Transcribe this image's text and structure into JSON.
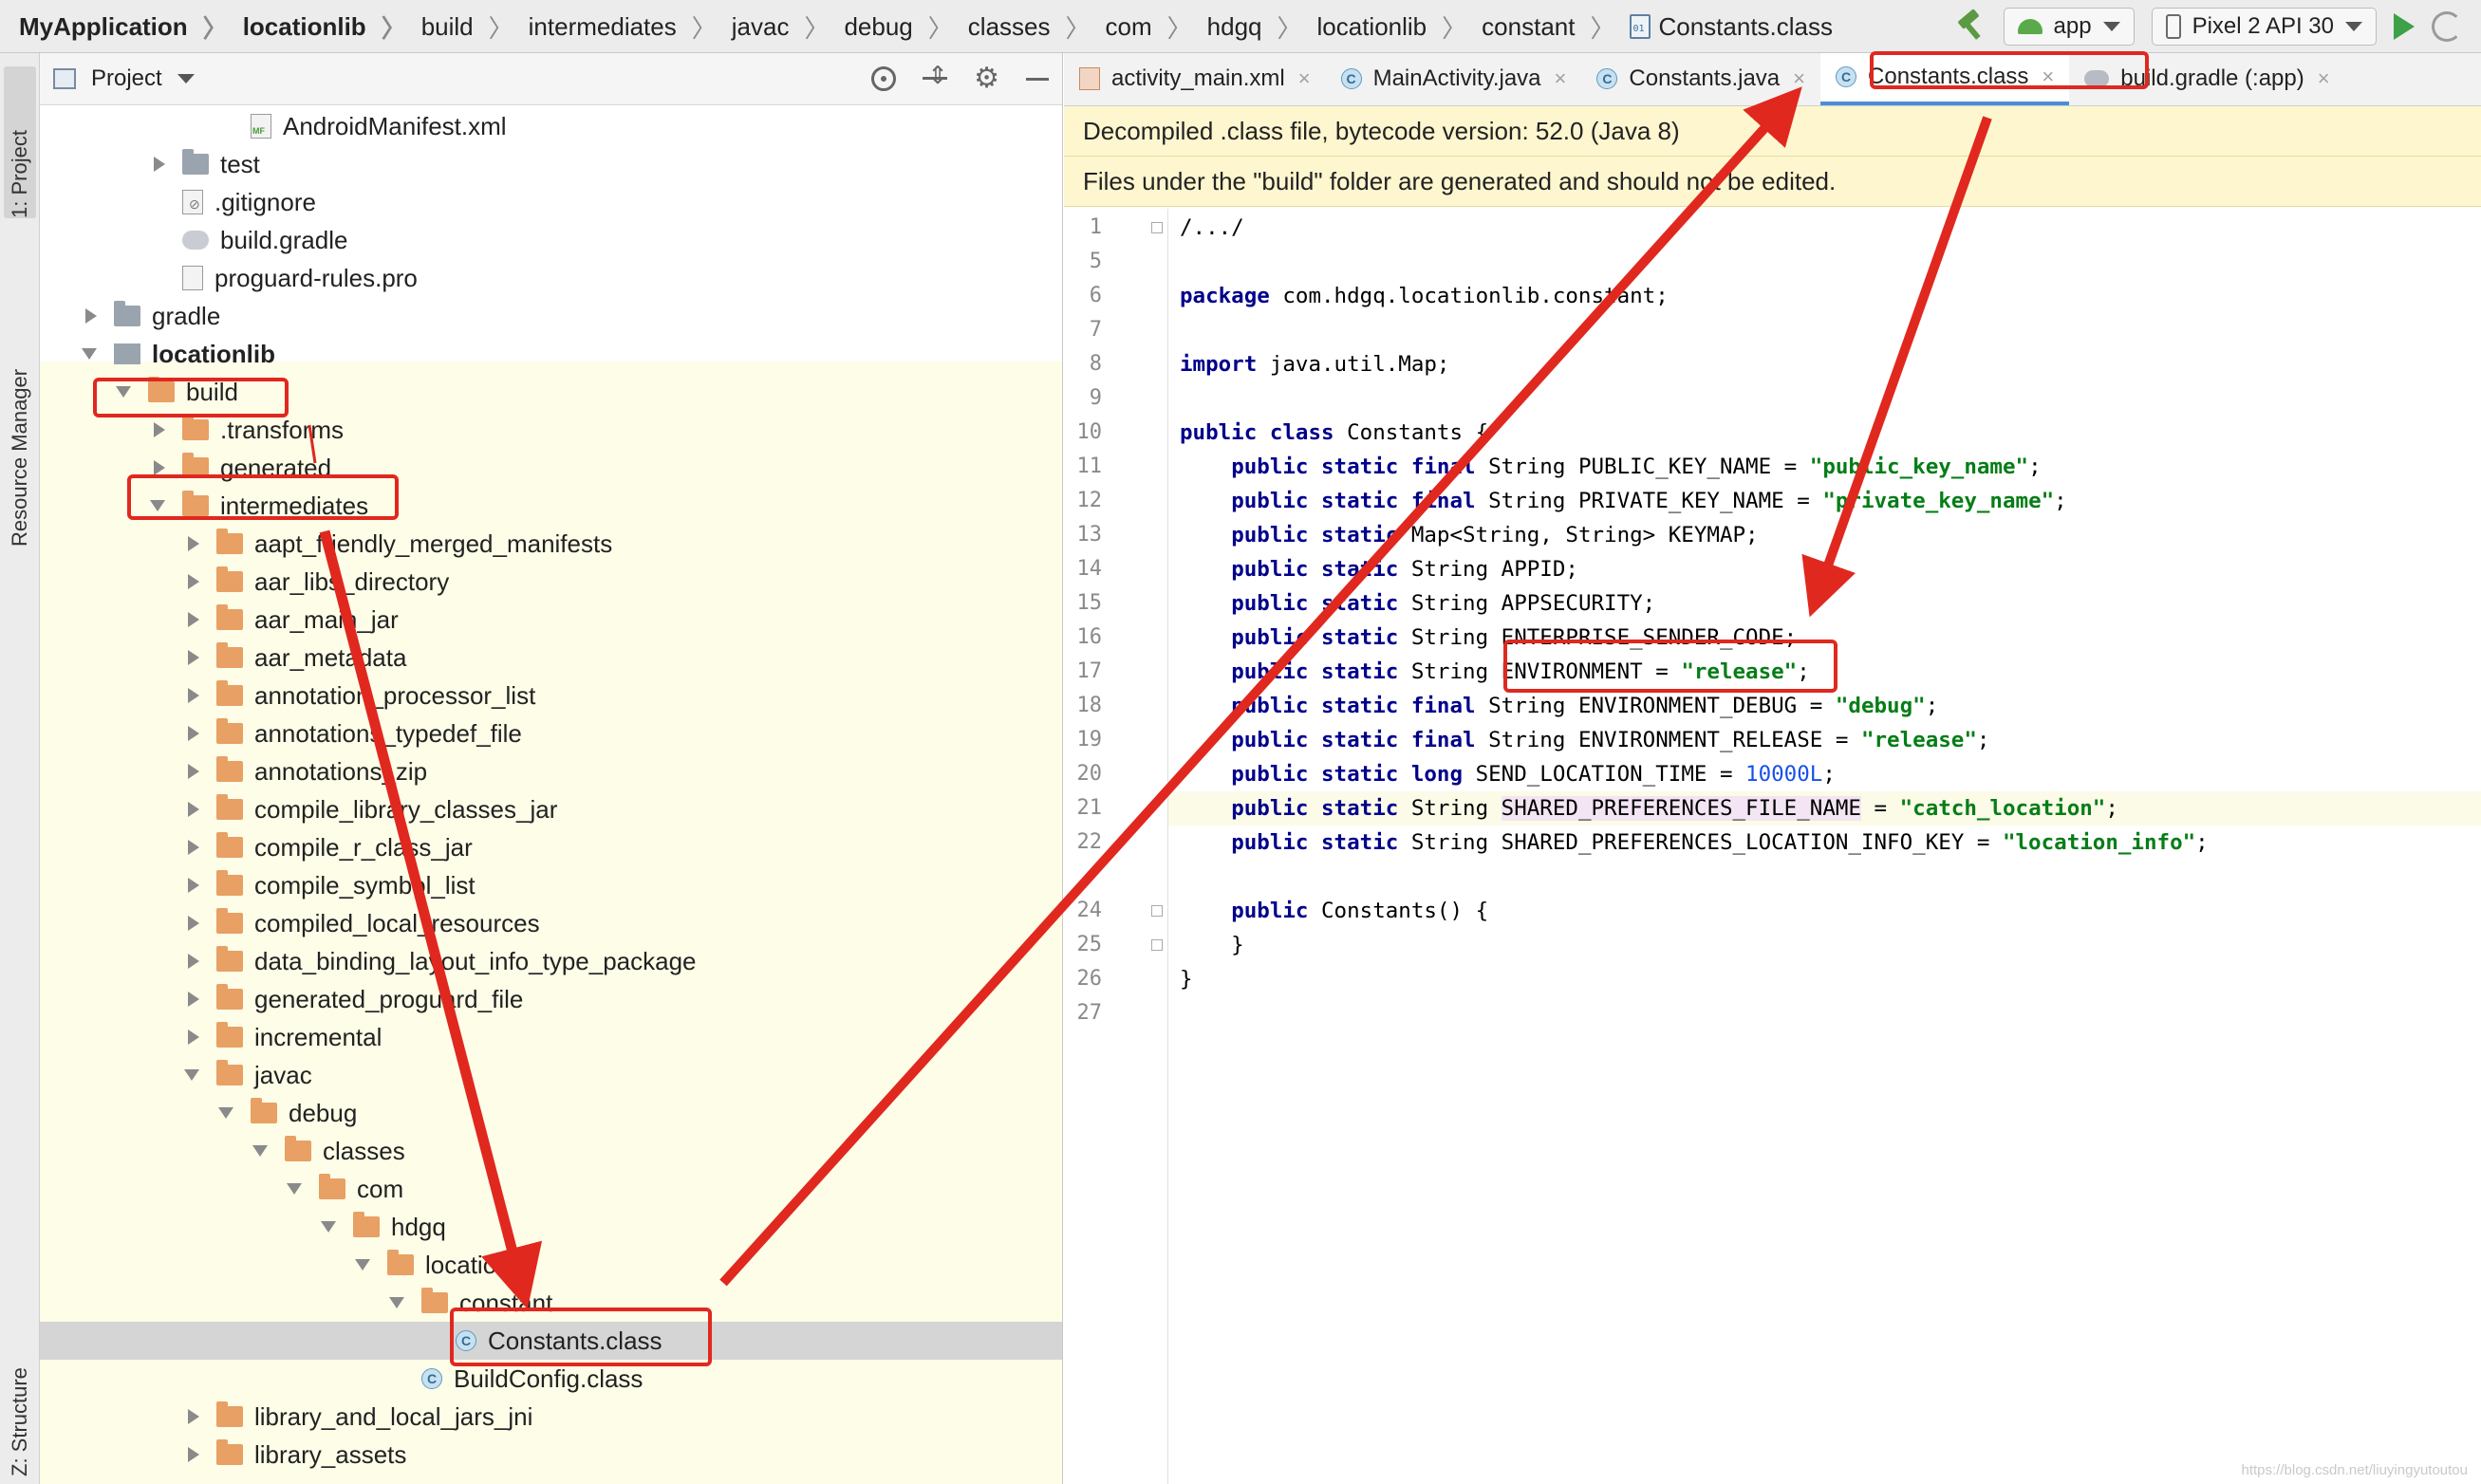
{
  "breadcrumbs": [
    {
      "label": "MyApplication",
      "bold": true
    },
    {
      "label": "locationlib",
      "bold": true
    },
    {
      "label": "build"
    },
    {
      "label": "intermediates"
    },
    {
      "label": "javac"
    },
    {
      "label": "debug"
    },
    {
      "label": "classes"
    },
    {
      "label": "com"
    },
    {
      "label": "hdgq"
    },
    {
      "label": "locationlib"
    },
    {
      "label": "constant"
    },
    {
      "label": "Constants.class",
      "icon": "class-file-icon"
    }
  ],
  "toolbar": {
    "run_config": "app",
    "device": "Pixel 2 API 30"
  },
  "side_tabs": {
    "project": "1: Project",
    "resource_manager": "Resource Manager",
    "structure": "Z: Structure"
  },
  "project_panel": {
    "title": "Project",
    "rows": [
      {
        "label": "AndroidManifest.xml",
        "depth": 5,
        "arrow": "none",
        "icon": "manifest-file-icon"
      },
      {
        "label": "test",
        "depth": 3,
        "arrow": "right",
        "icon": "folder-gray-icon"
      },
      {
        "label": ".gitignore",
        "depth": 3,
        "arrow": "none",
        "icon": "gitignore-file-icon"
      },
      {
        "label": "build.gradle",
        "depth": 3,
        "arrow": "none",
        "icon": "gradle-file-icon"
      },
      {
        "label": "proguard-rules.pro",
        "depth": 3,
        "arrow": "none",
        "icon": "text-file-icon"
      },
      {
        "label": "gradle",
        "depth": 1,
        "arrow": "right",
        "icon": "folder-gray-icon"
      },
      {
        "label": "locationlib",
        "depth": 1,
        "arrow": "down",
        "icon": "module-icon",
        "bold": true
      },
      {
        "label": "build",
        "depth": 2,
        "arrow": "down",
        "icon": "folder-icon"
      },
      {
        "label": ".transforms",
        "depth": 3,
        "arrow": "right",
        "icon": "folder-icon"
      },
      {
        "label": "generated",
        "depth": 3,
        "arrow": "right",
        "icon": "folder-icon"
      },
      {
        "label": "intermediates",
        "depth": 3,
        "arrow": "down",
        "icon": "folder-icon"
      },
      {
        "label": "aapt_friendly_merged_manifests",
        "depth": 4,
        "arrow": "right",
        "icon": "folder-icon"
      },
      {
        "label": "aar_libs_directory",
        "depth": 4,
        "arrow": "right",
        "icon": "folder-icon"
      },
      {
        "label": "aar_main_jar",
        "depth": 4,
        "arrow": "right",
        "icon": "folder-icon"
      },
      {
        "label": "aar_metadata",
        "depth": 4,
        "arrow": "right",
        "icon": "folder-icon"
      },
      {
        "label": "annotation_processor_list",
        "depth": 4,
        "arrow": "right",
        "icon": "folder-icon"
      },
      {
        "label": "annotations_typedef_file",
        "depth": 4,
        "arrow": "right",
        "icon": "folder-icon"
      },
      {
        "label": "annotations_zip",
        "depth": 4,
        "arrow": "right",
        "icon": "folder-icon"
      },
      {
        "label": "compile_library_classes_jar",
        "depth": 4,
        "arrow": "right",
        "icon": "folder-icon"
      },
      {
        "label": "compile_r_class_jar",
        "depth": 4,
        "arrow": "right",
        "icon": "folder-icon"
      },
      {
        "label": "compile_symbol_list",
        "depth": 4,
        "arrow": "right",
        "icon": "folder-icon"
      },
      {
        "label": "compiled_local_resources",
        "depth": 4,
        "arrow": "right",
        "icon": "folder-icon"
      },
      {
        "label": "data_binding_layout_info_type_package",
        "depth": 4,
        "arrow": "right",
        "icon": "folder-icon"
      },
      {
        "label": "generated_proguard_file",
        "depth": 4,
        "arrow": "right",
        "icon": "folder-icon"
      },
      {
        "label": "incremental",
        "depth": 4,
        "arrow": "right",
        "icon": "folder-icon"
      },
      {
        "label": "javac",
        "depth": 4,
        "arrow": "down",
        "icon": "folder-icon"
      },
      {
        "label": "debug",
        "depth": 5,
        "arrow": "down",
        "icon": "folder-icon"
      },
      {
        "label": "classes",
        "depth": 6,
        "arrow": "down",
        "icon": "folder-icon"
      },
      {
        "label": "com",
        "depth": 7,
        "arrow": "down",
        "icon": "folder-icon"
      },
      {
        "label": "hdgq",
        "depth": 8,
        "arrow": "down",
        "icon": "folder-icon"
      },
      {
        "label": "locationlib",
        "depth": 9,
        "arrow": "down",
        "icon": "folder-icon"
      },
      {
        "label": "constant",
        "depth": 10,
        "arrow": "down",
        "icon": "folder-icon"
      },
      {
        "label": "Constants.class",
        "depth": 11,
        "arrow": "none",
        "icon": "class-file-icon",
        "selected": true
      },
      {
        "label": "BuildConfig.class",
        "depth": 10,
        "arrow": "none",
        "icon": "class-file-icon"
      },
      {
        "label": "library_and_local_jars_jni",
        "depth": 4,
        "arrow": "right",
        "icon": "folder-icon"
      },
      {
        "label": "library_assets",
        "depth": 4,
        "arrow": "right",
        "icon": "folder-icon"
      }
    ]
  },
  "editor": {
    "tabs": [
      {
        "label": "activity_main.xml",
        "icon": "xml-file-icon"
      },
      {
        "label": "MainActivity.java",
        "icon": "java-class-icon"
      },
      {
        "label": "Constants.java",
        "icon": "java-class-icon"
      },
      {
        "label": "Constants.class",
        "icon": "java-class-icon",
        "active": true
      },
      {
        "label": "build.gradle (:app)",
        "icon": "gradle-file-icon"
      }
    ],
    "banner_decompiled": "Decompiled .class file, bytecode version: 52.0 (Java 8)",
    "banner_build": "Files under the \"build\" folder are generated and should not be edited.",
    "current_line": 21,
    "lines": [
      {
        "n": "1",
        "parts": [
          {
            "t": "/.../",
            "c": "plain"
          }
        ]
      },
      {
        "n": "5",
        "parts": []
      },
      {
        "n": "6",
        "parts": [
          {
            "t": "package",
            "c": "kw"
          },
          {
            "t": " com.hdgq.locationlib.constant;",
            "c": "plain"
          }
        ]
      },
      {
        "n": "7",
        "parts": []
      },
      {
        "n": "8",
        "parts": [
          {
            "t": "import",
            "c": "kw"
          },
          {
            "t": " java.util.Map;",
            "c": "plain"
          }
        ]
      },
      {
        "n": "9",
        "parts": []
      },
      {
        "n": "10",
        "parts": [
          {
            "t": "public class",
            "c": "kw"
          },
          {
            "t": " Constants {",
            "c": "plain"
          }
        ]
      },
      {
        "n": "11",
        "parts": [
          {
            "t": "    ",
            "c": "plain"
          },
          {
            "t": "public static final",
            "c": "kw"
          },
          {
            "t": " String PUBLIC_KEY_NAME = ",
            "c": "plain"
          },
          {
            "t": "\"public_key_name\"",
            "c": "str"
          },
          {
            "t": ";",
            "c": "plain"
          }
        ]
      },
      {
        "n": "12",
        "parts": [
          {
            "t": "    ",
            "c": "plain"
          },
          {
            "t": "public static final",
            "c": "kw"
          },
          {
            "t": " String PRIVATE_KEY_NAME = ",
            "c": "plain"
          },
          {
            "t": "\"private_key_name\"",
            "c": "str"
          },
          {
            "t": ";",
            "c": "plain"
          }
        ]
      },
      {
        "n": "13",
        "parts": [
          {
            "t": "    ",
            "c": "plain"
          },
          {
            "t": "public static",
            "c": "kw"
          },
          {
            "t": " Map<String, String> KEYMAP;",
            "c": "plain"
          }
        ]
      },
      {
        "n": "14",
        "parts": [
          {
            "t": "    ",
            "c": "plain"
          },
          {
            "t": "public static",
            "c": "kw"
          },
          {
            "t": " String APPID;",
            "c": "plain"
          }
        ]
      },
      {
        "n": "15",
        "parts": [
          {
            "t": "    ",
            "c": "plain"
          },
          {
            "t": "public static",
            "c": "kw"
          },
          {
            "t": " String APPSECURITY;",
            "c": "plain"
          }
        ]
      },
      {
        "n": "16",
        "parts": [
          {
            "t": "    ",
            "c": "plain"
          },
          {
            "t": "public static",
            "c": "kw"
          },
          {
            "t": " String ENTERPRISE_SENDER_CODE;",
            "c": "plain"
          }
        ]
      },
      {
        "n": "17",
        "parts": [
          {
            "t": "    ",
            "c": "plain"
          },
          {
            "t": "public static",
            "c": "kw"
          },
          {
            "t": " String ENVIRONMENT = ",
            "c": "plain"
          },
          {
            "t": "\"release\"",
            "c": "str"
          },
          {
            "t": ";",
            "c": "plain"
          }
        ]
      },
      {
        "n": "18",
        "parts": [
          {
            "t": "    ",
            "c": "plain"
          },
          {
            "t": "public static final",
            "c": "kw"
          },
          {
            "t": " String ENVIRONMENT_DEBUG = ",
            "c": "plain"
          },
          {
            "t": "\"debug\"",
            "c": "str"
          },
          {
            "t": ";",
            "c": "plain"
          }
        ]
      },
      {
        "n": "19",
        "parts": [
          {
            "t": "    ",
            "c": "plain"
          },
          {
            "t": "public static final",
            "c": "kw"
          },
          {
            "t": " String ENVIRONMENT_RELEASE = ",
            "c": "plain"
          },
          {
            "t": "\"release\"",
            "c": "str"
          },
          {
            "t": ";",
            "c": "plain"
          }
        ]
      },
      {
        "n": "20",
        "parts": [
          {
            "t": "    ",
            "c": "plain"
          },
          {
            "t": "public static long",
            "c": "kw"
          },
          {
            "t": " SEND_LOCATION_TIME = ",
            "c": "plain"
          },
          {
            "t": "10000L",
            "c": "num"
          },
          {
            "t": ";",
            "c": "plain"
          }
        ]
      },
      {
        "n": "21",
        "parts": [
          {
            "t": "    ",
            "c": "plain"
          },
          {
            "t": "public static",
            "c": "kw"
          },
          {
            "t": " String ",
            "c": "plain"
          },
          {
            "t": "SHARED_PREFERENCES_FILE_NAME",
            "c": "hl"
          },
          {
            "t": " = ",
            "c": "plain"
          },
          {
            "t": "\"catch_location\"",
            "c": "str"
          },
          {
            "t": ";",
            "c": "plain"
          }
        ]
      },
      {
        "n": "22",
        "parts": [
          {
            "t": "    ",
            "c": "plain"
          },
          {
            "t": "public static",
            "c": "kw"
          },
          {
            "t": " String SHARED_PREFERENCES_LOCATION_INFO_KEY = ",
            "c": "plain"
          },
          {
            "t": "\"location_info\"",
            "c": "str"
          },
          {
            "t": ";",
            "c": "plain"
          }
        ]
      },
      {
        "n": "",
        "parts": []
      },
      {
        "n": "24",
        "parts": [
          {
            "t": "    ",
            "c": "plain"
          },
          {
            "t": "public",
            "c": "kw"
          },
          {
            "t": " Constants() {",
            "c": "plain"
          }
        ]
      },
      {
        "n": "25",
        "parts": [
          {
            "t": "    }",
            "c": "plain"
          }
        ]
      },
      {
        "n": "26",
        "parts": [
          {
            "t": "}",
            "c": "plain"
          }
        ]
      },
      {
        "n": "27",
        "parts": []
      }
    ]
  },
  "watermark": "https://blog.csdn.net/liuyingyutoutou",
  "colors": {
    "annotation_red": "#e0281f",
    "keyword": "#00008b",
    "string": "#067d17",
    "number": "#1750eb",
    "banner_bg": "#fdf6cf",
    "tree_highlight_bg": "#fdfde8",
    "selection_bg": "#d5d5d5",
    "folder": "#e8a064"
  }
}
